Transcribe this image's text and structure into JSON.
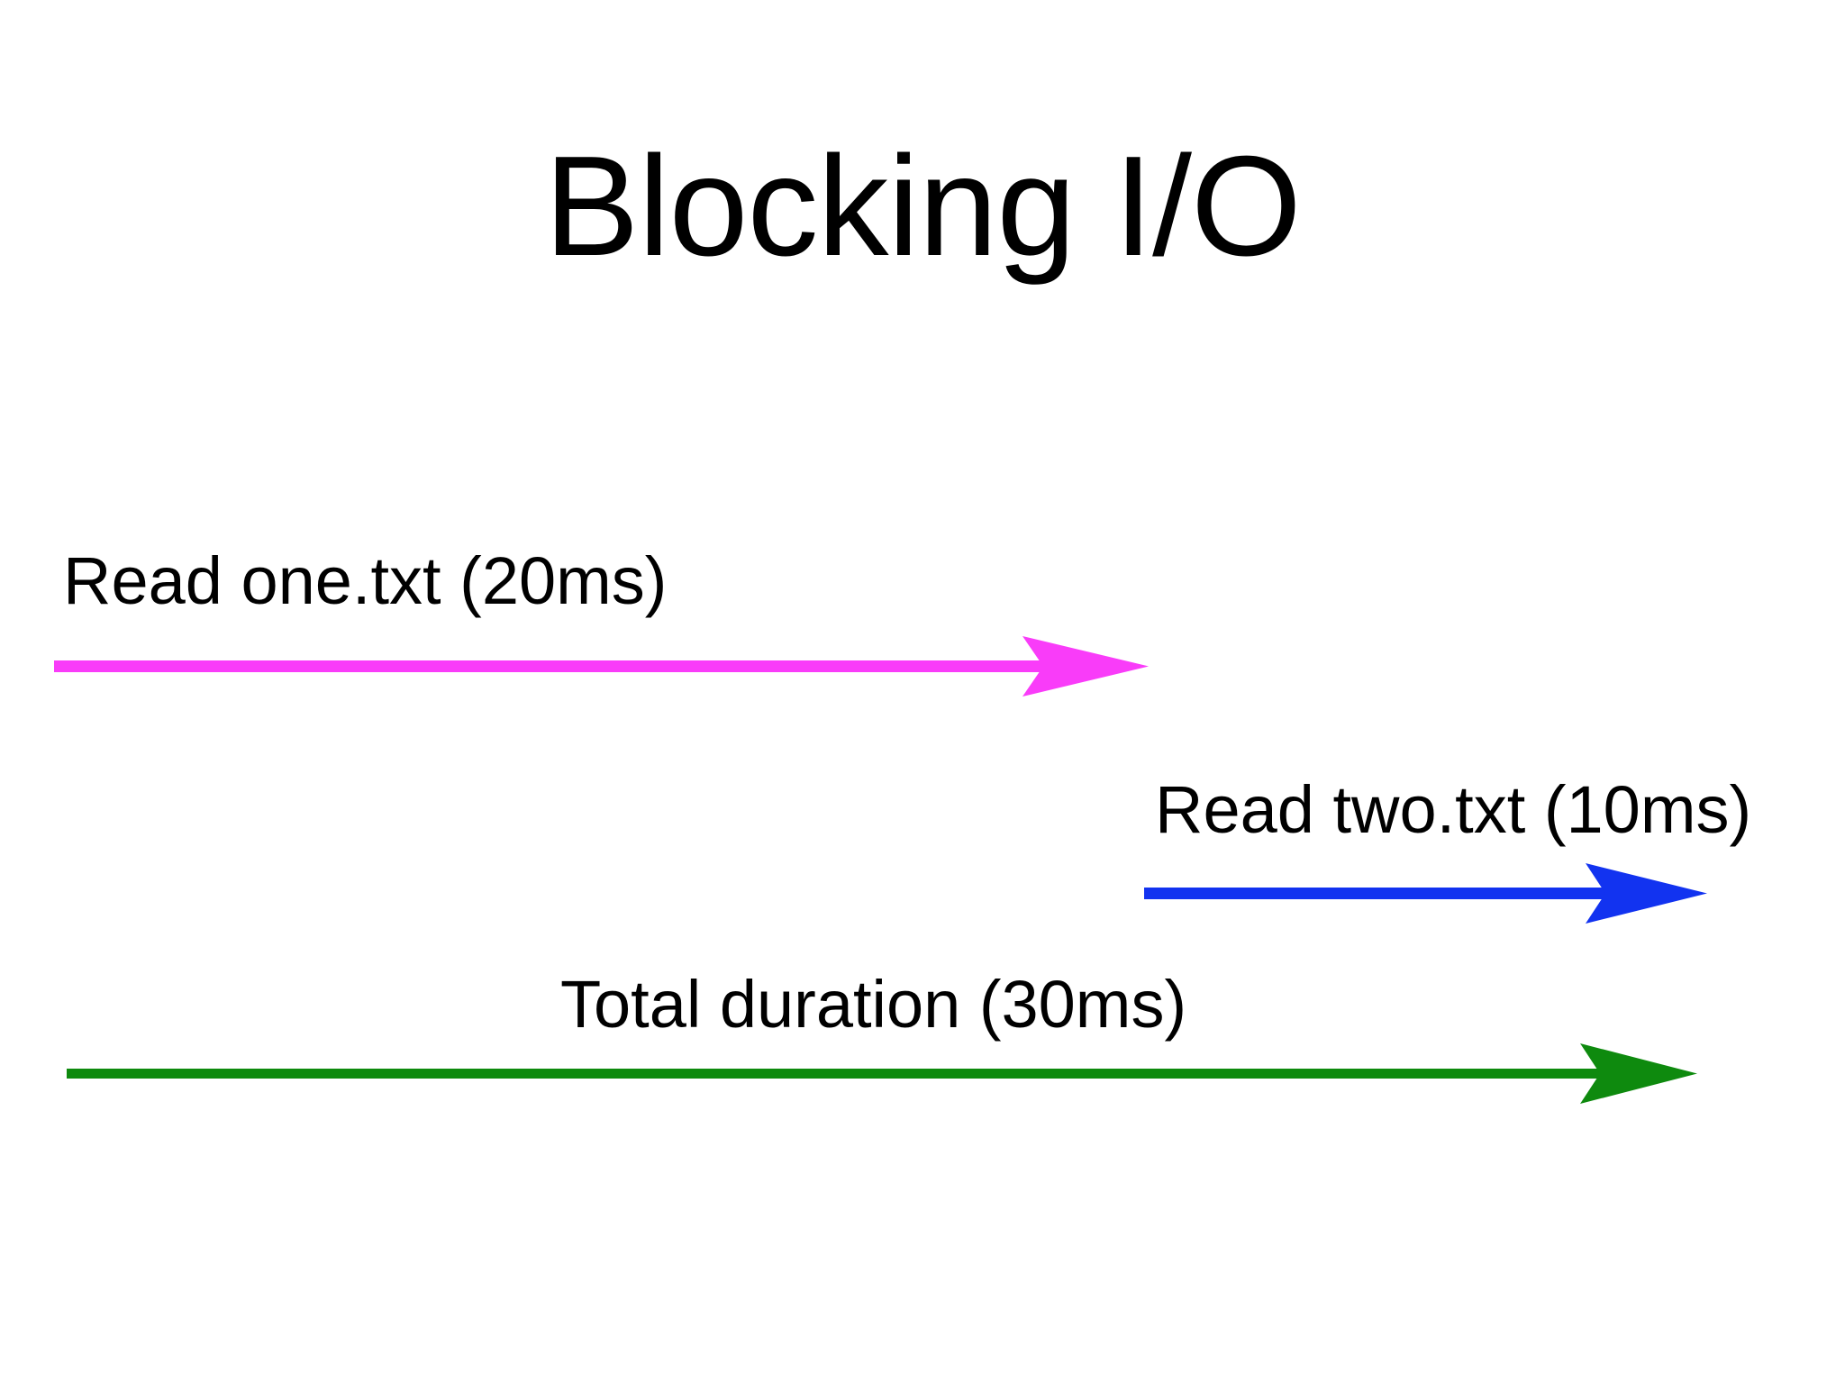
{
  "slide": {
    "title": "Blocking I/O",
    "background_color": "#ffffff",
    "text_color": "#000000"
  },
  "tracks": [
    {
      "id": "read-one",
      "label": "Read one.txt (20ms)",
      "duration_ms": 20,
      "color": "#f93cf9",
      "arrow_name": "magenta-arrow-icon"
    },
    {
      "id": "read-two",
      "label": "Read two.txt (10ms)",
      "duration_ms": 10,
      "color": "#1233f0",
      "arrow_name": "blue-arrow-icon"
    },
    {
      "id": "total",
      "label": "Total duration (30ms)",
      "duration_ms": 30,
      "color": "#0e8a0e",
      "arrow_name": "green-arrow-icon"
    }
  ],
  "chart_data": {
    "type": "bar",
    "title": "Blocking I/O",
    "xlabel": "",
    "ylabel": "",
    "orientation": "horizontal",
    "unit": "ms",
    "xlim": [
      0,
      30
    ],
    "grid": false,
    "legend": "none",
    "categories": [
      "Read one.txt (20ms)",
      "Read two.txt (10ms)",
      "Total duration (30ms)"
    ],
    "values": [
      20,
      10,
      30
    ],
    "starts": [
      0,
      20,
      0
    ],
    "ends": [
      20,
      30,
      30
    ],
    "colors": [
      "#f93cf9",
      "#1233f0",
      "#0e8a0e"
    ],
    "annotations": [
      "Read one.txt (20ms)",
      "Read two.txt (10ms)",
      "Total duration (30ms)"
    ]
  }
}
